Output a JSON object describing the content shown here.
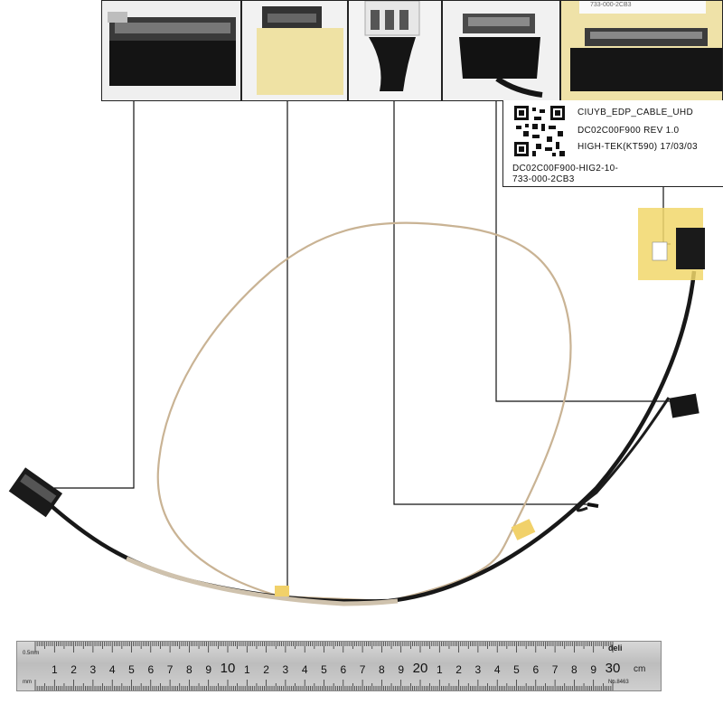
{
  "label": {
    "line1": "CIUYB_EDP_CABLE_UHD",
    "line2": "DC02C00F900 REV 1.0",
    "line3": "HIGH-TEK(KT590) 17/03/03",
    "line4": "DC02C00F900-HIG2-10-",
    "line5": "733-000-2CB3"
  },
  "thumbnails": [
    {
      "name": "connector-panel-side",
      "depicts": "black flat connector close-up"
    },
    {
      "name": "connector-with-tape",
      "depicts": "connector with yellow tape"
    },
    {
      "name": "connector-white-end",
      "depicts": "white connector end"
    },
    {
      "name": "connector-small-end",
      "depicts": "small connector end"
    },
    {
      "name": "connector-board-side",
      "depicts": "connector with label"
    }
  ],
  "thumb_caption": "733-000-2CB3",
  "ruler": {
    "brand": "deli",
    "unit": "cm",
    "model": "No.8463",
    "minor_label_top": "0.5mm",
    "minor_label_bottom": "mm",
    "big_numbers": [
      "10",
      "20",
      "30"
    ],
    "small_numbers": [
      "1",
      "2",
      "3",
      "4",
      "5",
      "6",
      "7",
      "8",
      "9"
    ]
  }
}
